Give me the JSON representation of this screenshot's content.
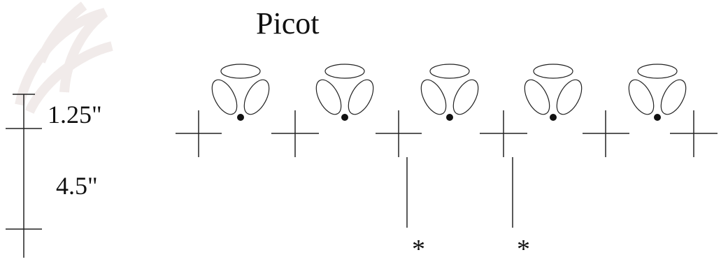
{
  "diagram": {
    "title": "Picot",
    "measurements": {
      "top_label": "1.25\"",
      "bottom_label": "4.5\""
    },
    "markers": {
      "asterisk_1": "*",
      "asterisk_2": "*"
    },
    "picot_count": 5,
    "cross_count": 6,
    "ink_color": "#222222"
  }
}
